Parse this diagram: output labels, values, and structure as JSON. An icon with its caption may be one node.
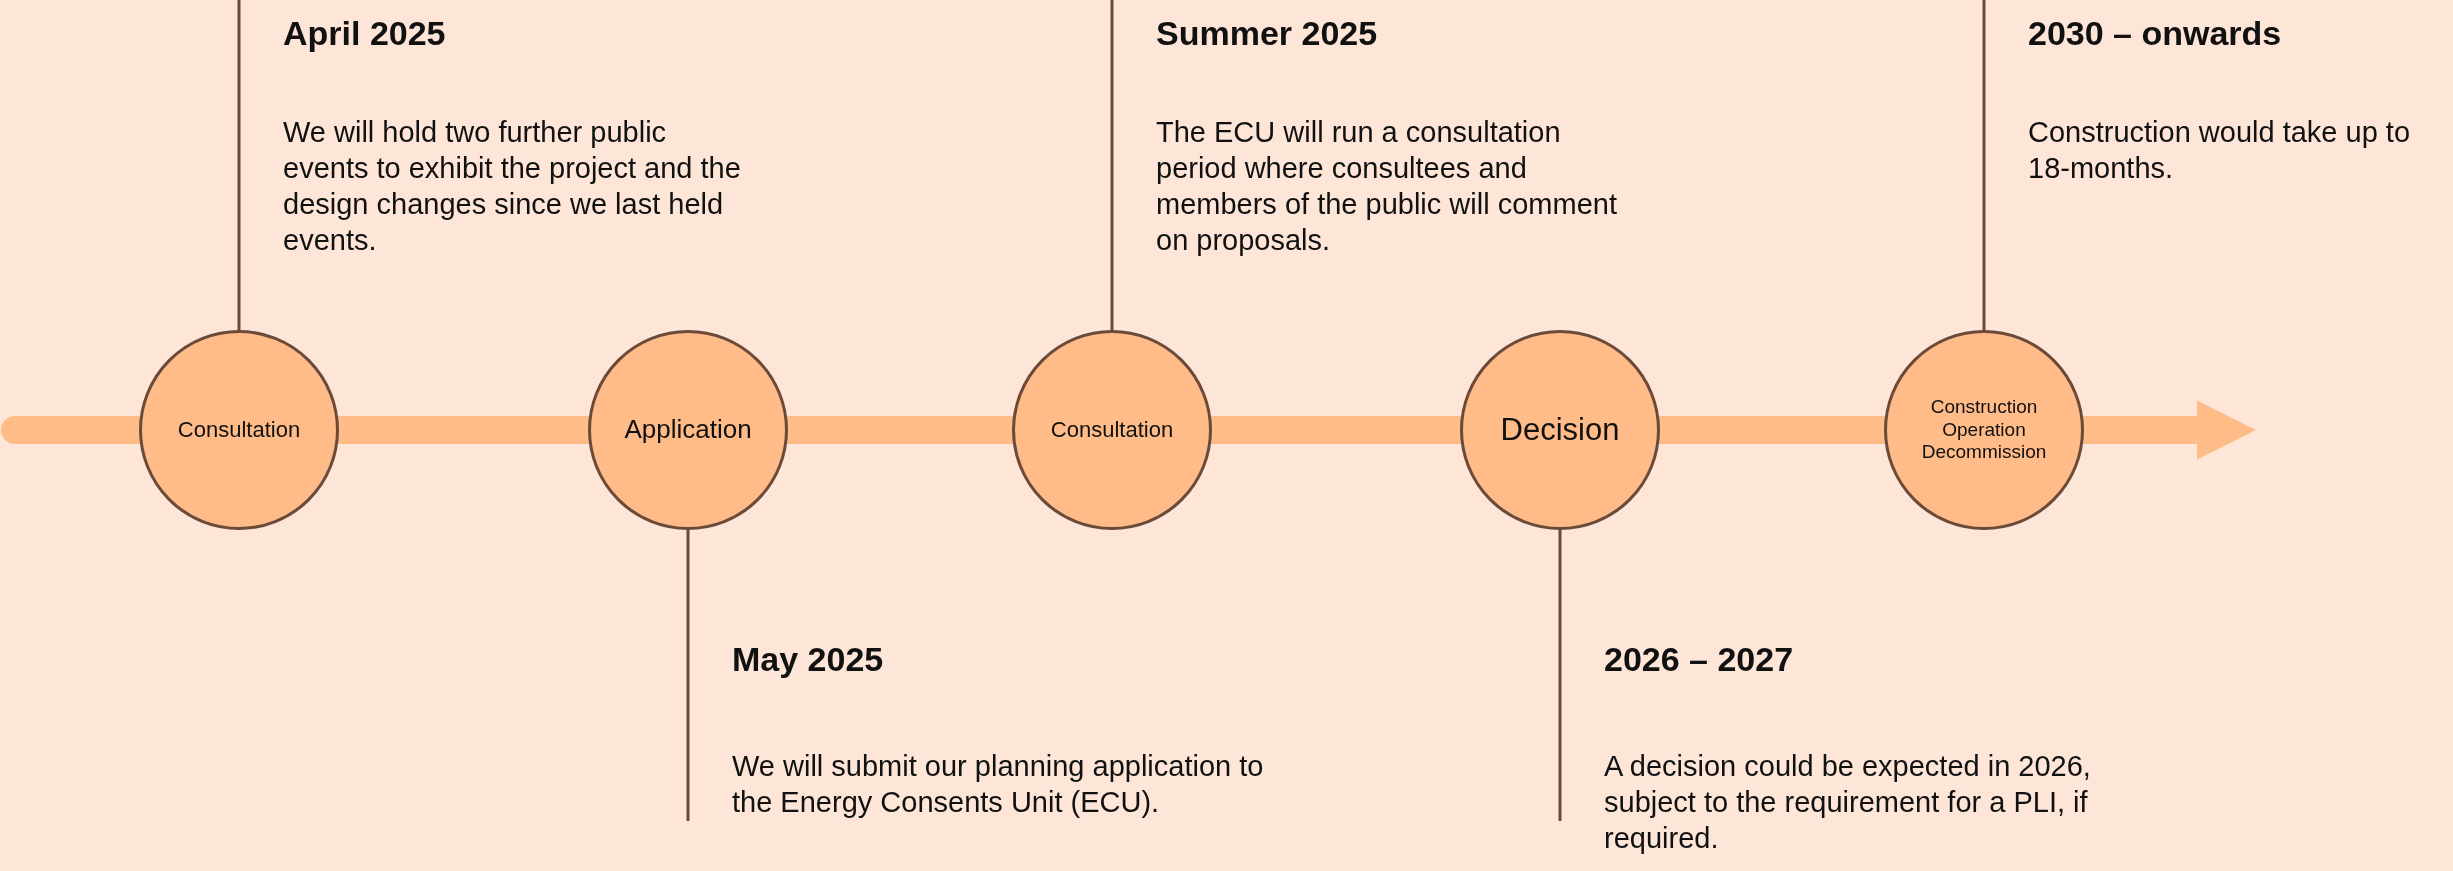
{
  "diagram": {
    "nodes": [
      {
        "text": [
          "Consultation"
        ]
      },
      {
        "text": [
          "Application"
        ]
      },
      {
        "text": [
          "Consultation"
        ]
      },
      {
        "text": [
          "Decision"
        ]
      },
      {
        "text": [
          "Construction Operation Decommission"
        ]
      },
      {
        "text": [
          "April 2025",
          "We will hold two further public events to exhibit the project and the design changes since we last held events."
        ]
      },
      {
        "text": [
          "May 2025",
          "We will submit our planning application to the Energy Consents Unit (ECU)."
        ]
      },
      {
        "text": [
          "Summer 2025",
          "The ECU will run a consultation period where consultees and members of the public will comment on proposals."
        ]
      },
      {
        "text": [
          "2026 – 2027",
          "A decision could be expected in 2026, subject to the requirement for a PLI, if required."
        ]
      },
      {
        "text": [
          "2030 – onwards",
          "Construction would take up to 18-months."
        ]
      }
    ],
    "edges": [
      {
        "from": null,
        "to": 0,
        "arrow": "none"
      },
      {
        "from": 0,
        "to": 1,
        "arrow": "none"
      },
      {
        "from": 1,
        "to": 2,
        "arrow": "none"
      },
      {
        "from": 2,
        "to": 3,
        "arrow": "none"
      },
      {
        "from": 3,
        "to": 4,
        "arrow": "none"
      },
      {
        "from": 4,
        "to": null,
        "arrow": "to"
      },
      {
        "from": 0,
        "to": 5,
        "arrow": "none",
        "color": "#6b4a3a"
      },
      {
        "from": 1,
        "to": 6,
        "arrow": "none",
        "color": "#6b4a3a"
      },
      {
        "from": 2,
        "to": 7,
        "arrow": "none",
        "color": "#6b4a3a"
      },
      {
        "from": 3,
        "to": 8,
        "arrow": "none",
        "color": "#6b4a3a"
      },
      {
        "from": 4,
        "to": 9,
        "arrow": "none",
        "color": "#6b4a3a"
      }
    ]
  }
}
